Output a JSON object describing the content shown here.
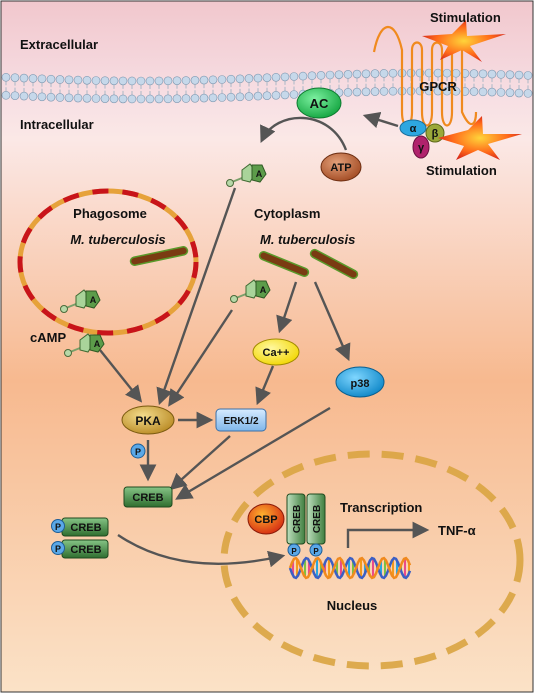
{
  "regions": {
    "extracellular": "Extracellular",
    "intracellular": "Intracellular",
    "cytoplasm": "Cytoplasm",
    "phagosome": "Phagosome",
    "nucleus": "Nucleus"
  },
  "stimulation_label": "Stimulation",
  "pathogen_label": "M. tuberculosis",
  "receptor": {
    "gpcr": "GPCR",
    "alpha": "α",
    "beta": "β",
    "gamma": "γ"
  },
  "molecules": {
    "ac": "AC",
    "atp": "ATP",
    "camp": "cAMP",
    "camp_ring": "A",
    "pka": "PKA",
    "erk": "ERK1/2",
    "ca": "Ca++",
    "p38": "p38",
    "creb": "CREB",
    "phospho": "P",
    "cbp": "CBP"
  },
  "nucleus": {
    "transcription": "Transcription",
    "gene": "TNF-α"
  },
  "colors": {
    "background_top": "#f3c9cf",
    "background_bottom": "#fbe3c6",
    "membrane": "#b9cfe0",
    "ac": "#22c55e",
    "atp": "#c0653a",
    "pka": "#d9b24a",
    "erk": "#a9d0f5",
    "ca": "#ffe600",
    "p38": "#1aa3e0",
    "creb": "#3f7f3f",
    "cbp": "#e23b1a",
    "bacterium": "#7a3b12",
    "nucleus_ring": "#d9a441",
    "arrow": "#555555"
  }
}
